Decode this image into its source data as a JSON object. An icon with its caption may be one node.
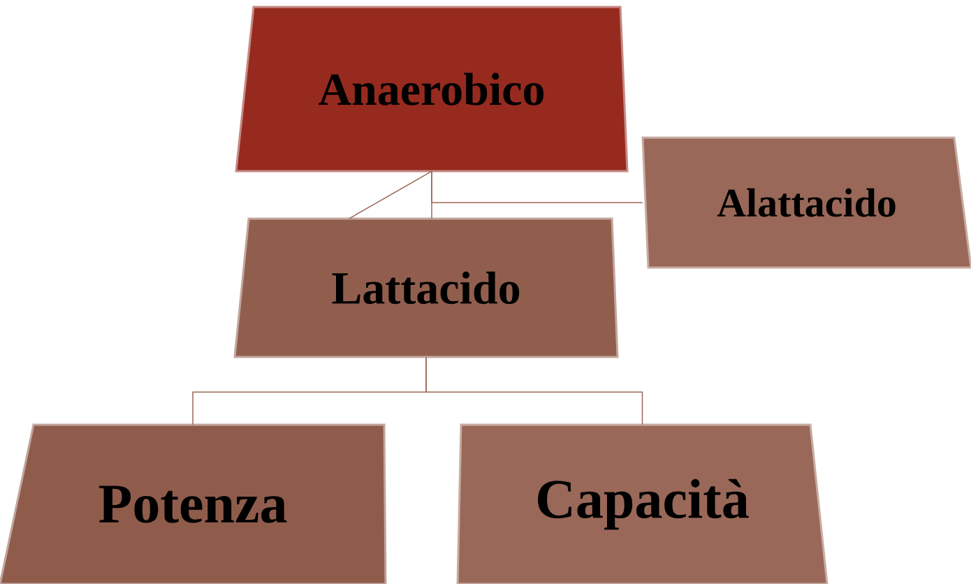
{
  "diagram": {
    "nodes": [
      {
        "text": [
          "Anaerobico"
        ]
      },
      {
        "text": [
          "Alattacido"
        ]
      },
      {
        "text": [
          "Lattacido"
        ]
      },
      {
        "text": [
          "Potenza"
        ]
      },
      {
        "text": [
          "Capacità"
        ]
      }
    ],
    "edges": [
      {
        "from": 0,
        "to": 1,
        "arrow": "none"
      },
      {
        "from": 0,
        "to": 2,
        "arrow": "none"
      },
      {
        "from": 0,
        "to": 2,
        "arrow": "none"
      },
      {
        "from": 2,
        "to": 3,
        "arrow": "none"
      },
      {
        "from": 2,
        "to": 4,
        "arrow": "none"
      }
    ]
  }
}
